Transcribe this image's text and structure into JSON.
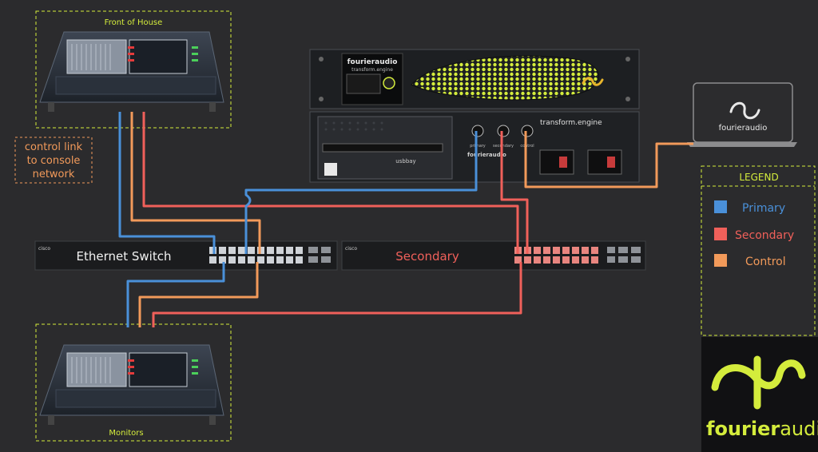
{
  "diagram": {
    "foh_label": "Front of House",
    "monitors_label": "Monitors",
    "control_note": [
      "control link",
      "to console",
      "network"
    ],
    "switch_primary_label": "Ethernet Switch",
    "switch_secondary_label": "Secondary",
    "switch_brand": "cisco",
    "engine_brand_line1": "fourieraudio",
    "engine_brand_line2": "transform.engine",
    "engine_product": "transform.engine",
    "engine_usb_label": "usbbay",
    "engine_port_labels": [
      "primary",
      "secondary",
      "control"
    ],
    "laptop_brand": "fourieraudio",
    "legend": {
      "title": "LEGEND",
      "items": [
        {
          "label": "Primary",
          "color": "#4a90d9"
        },
        {
          "label": "Secondary",
          "color": "#f0605a"
        },
        {
          "label": "Control",
          "color": "#f29a5a"
        }
      ]
    },
    "logo_text_bold": "fourier",
    "logo_text_light": "audio",
    "colors": {
      "accent": "#d4ec3c",
      "primary": "#4a90d9",
      "secondary": "#f0605a",
      "control": "#f29a5a",
      "background": "#2b2b2d"
    }
  }
}
